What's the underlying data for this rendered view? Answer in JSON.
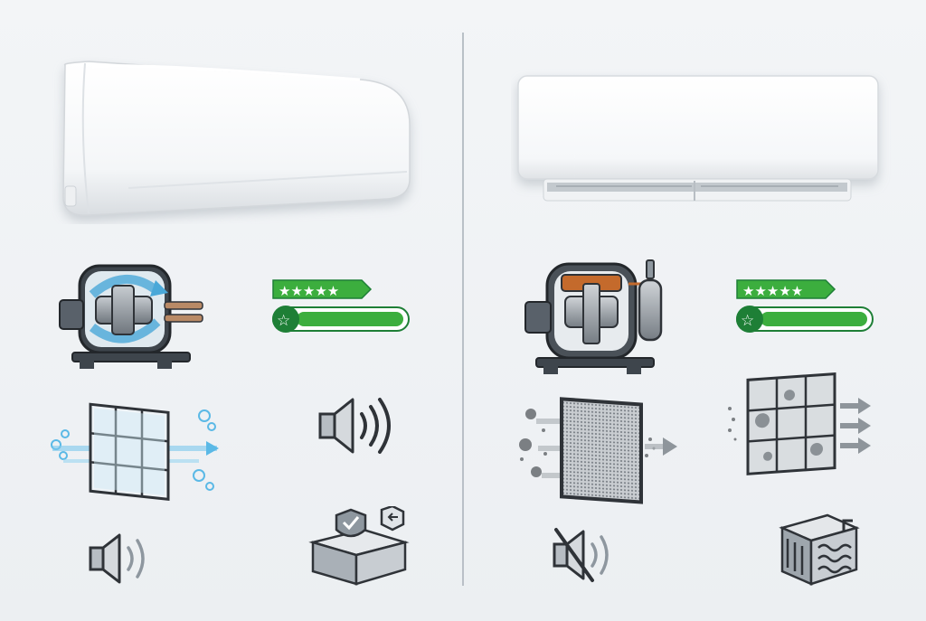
{
  "colors": {
    "background": "#eef1f4",
    "divider": "#b9c0c7",
    "rating_green": "#3cae3e",
    "rating_dark_green": "#1e7f36",
    "icon_outline": "#2f3338",
    "icon_metal": "#8e979f",
    "airflow_blue": "#5bb9e6",
    "dust_gray": "#7b7f83",
    "compressor_copper": "#c46a2c"
  },
  "left": {
    "unit": {
      "icon": "air-conditioner-indoor-unit-curved"
    },
    "compressor": {
      "icon": "inverter-compressor-icon"
    },
    "rating": {
      "icon": "energy-rating-bar-icon",
      "stars": 5,
      "level": 0.9
    },
    "filter": {
      "icon": "clean-air-filter-icon"
    },
    "sound_loud": {
      "icon": "speaker-icon"
    },
    "sound_quiet": {
      "icon": "speaker-low-icon"
    },
    "coating": {
      "icon": "protected-coil-box-icon"
    }
  },
  "right": {
    "unit": {
      "icon": "air-conditioner-indoor-unit-flat"
    },
    "compressor": {
      "icon": "fixed-speed-compressor-icon"
    },
    "rating": {
      "icon": "energy-rating-bar-icon",
      "stars": 5,
      "level": 0.9
    },
    "filter_mesh": {
      "icon": "dust-filter-mesh-icon"
    },
    "filter_grid": {
      "icon": "dirty-air-filter-icon"
    },
    "sound_muted": {
      "icon": "speaker-muted-icon"
    },
    "coil": {
      "icon": "heat-exchanger-coil-icon"
    }
  }
}
